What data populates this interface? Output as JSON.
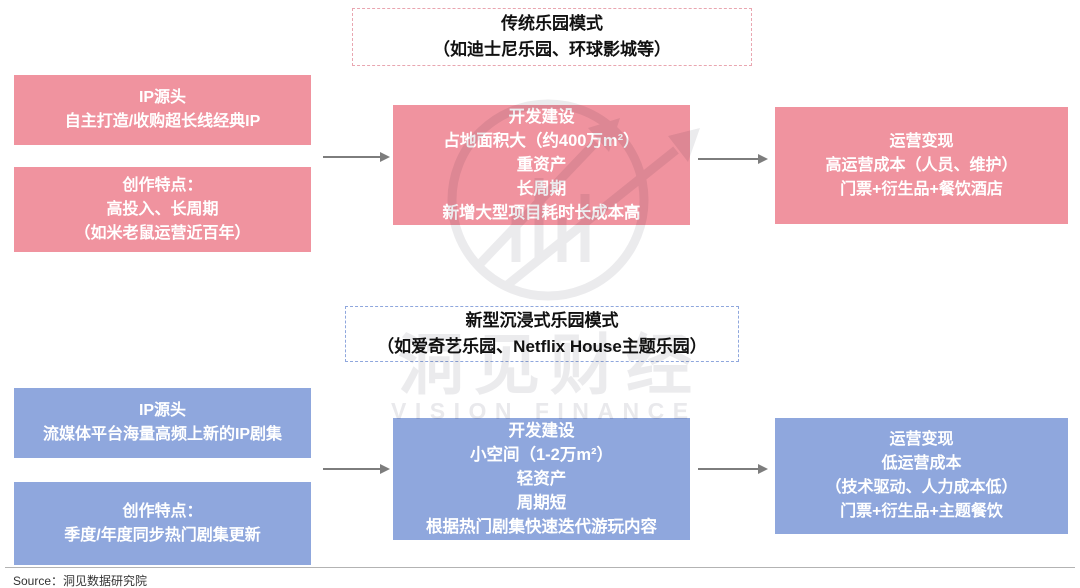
{
  "watermark": {
    "text_cn": "洞见财经",
    "text_en": "VISION FINANCE",
    "logo": "circle-rising-arrow-bars-logo"
  },
  "colors": {
    "pink_box": "#F0939F",
    "blue_box": "#8FA7DD",
    "pink_title_border": "#E9A6B0",
    "blue_title_border": "#8FA7DD",
    "arrow": "#7D7D7D",
    "box_text": "#FFFFFF",
    "title_text": "#111111",
    "watermark_gray": "#EBEBED"
  },
  "sections": [
    {
      "name": "traditional-park-model",
      "title": [
        "传统乐园模式",
        "（如迪士尼乐园、环球影城等）"
      ],
      "boxes": [
        {
          "name": "ip-source",
          "lines": [
            "IP源头",
            "自主打造/收购超长线经典IP"
          ]
        },
        {
          "name": "creation-traits",
          "lines": [
            "创作特点：",
            "高投入、长周期",
            "（如米老鼠运营近百年）"
          ]
        },
        {
          "name": "development",
          "lines": [
            "开发建设",
            "占地面积大（约400万m²）",
            "重资产",
            "长周期",
            "新增大型项目耗时长成本高"
          ]
        },
        {
          "name": "operation",
          "lines": [
            "运营变现",
            "高运营成本（人员、维护）",
            "门票+衍生品+餐饮酒店"
          ]
        }
      ]
    },
    {
      "name": "new-immersive-park-model",
      "title": [
        "新型沉浸式乐园模式",
        "（如爱奇艺乐园、Netflix House主题乐园）"
      ],
      "boxes": [
        {
          "name": "ip-source",
          "lines": [
            "IP源头",
            "流媒体平台海量高频上新的IP剧集"
          ]
        },
        {
          "name": "creation-traits",
          "lines": [
            "创作特点：",
            "季度/年度同步热门剧集更新"
          ]
        },
        {
          "name": "development",
          "lines": [
            "开发建设",
            "小空间（1-2万m²）",
            "轻资产",
            "周期短",
            "根据热门剧集快速迭代游玩内容"
          ]
        },
        {
          "name": "operation",
          "lines": [
            "运营变现",
            "低运营成本",
            "（技术驱动、人力成本低）",
            "门票+衍生品+主题餐饮"
          ]
        }
      ]
    }
  ],
  "footer": {
    "source": "Source：洞见数据研究院"
  }
}
